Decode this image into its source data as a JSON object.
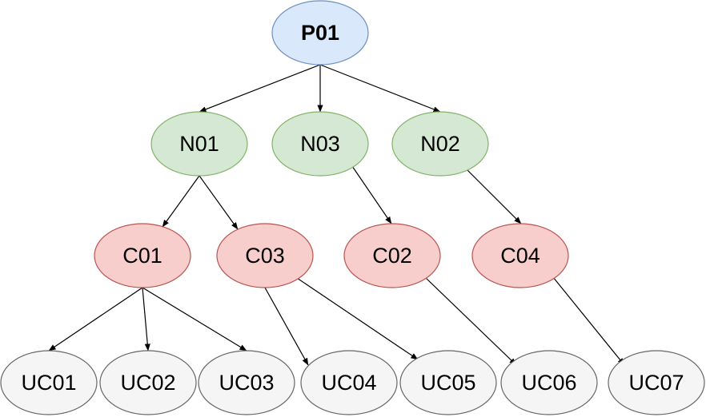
{
  "nodes": [
    {
      "id": "P01",
      "label": "P01",
      "level": "root",
      "fill": "#dae8fc",
      "stroke": "#6c8ebf"
    },
    {
      "id": "N01",
      "label": "N01",
      "level": "n",
      "fill": "#d5e8d4",
      "stroke": "#82b366"
    },
    {
      "id": "N03",
      "label": "N03",
      "level": "n",
      "fill": "#d5e8d4",
      "stroke": "#82b366"
    },
    {
      "id": "N02",
      "label": "N02",
      "level": "n",
      "fill": "#d5e8d4",
      "stroke": "#82b366"
    },
    {
      "id": "C01",
      "label": "C01",
      "level": "c",
      "fill": "#f8cecc",
      "stroke": "#b85450"
    },
    {
      "id": "C03",
      "label": "C03",
      "level": "c",
      "fill": "#f8cecc",
      "stroke": "#b85450"
    },
    {
      "id": "C02",
      "label": "C02",
      "level": "c",
      "fill": "#f8cecc",
      "stroke": "#b85450"
    },
    {
      "id": "C04",
      "label": "C04",
      "level": "c",
      "fill": "#f8cecc",
      "stroke": "#b85450"
    },
    {
      "id": "UC01",
      "label": "UC01",
      "level": "uc",
      "fill": "#f5f5f5",
      "stroke": "#666666"
    },
    {
      "id": "UC02",
      "label": "UC02",
      "level": "uc",
      "fill": "#f5f5f5",
      "stroke": "#666666"
    },
    {
      "id": "UC03",
      "label": "UC03",
      "level": "uc",
      "fill": "#f5f5f5",
      "stroke": "#666666"
    },
    {
      "id": "UC04",
      "label": "UC04",
      "level": "uc",
      "fill": "#f5f5f5",
      "stroke": "#666666"
    },
    {
      "id": "UC05",
      "label": "UC05",
      "level": "uc",
      "fill": "#f5f5f5",
      "stroke": "#666666"
    },
    {
      "id": "UC06",
      "label": "UC06",
      "level": "uc",
      "fill": "#f5f5f5",
      "stroke": "#666666"
    },
    {
      "id": "UC07",
      "label": "UC07",
      "level": "uc",
      "fill": "#f5f5f5",
      "stroke": "#666666"
    }
  ],
  "edges": [
    {
      "from": "P01",
      "to": "N01"
    },
    {
      "from": "P01",
      "to": "N03"
    },
    {
      "from": "P01",
      "to": "N02"
    },
    {
      "from": "N01",
      "to": "C01"
    },
    {
      "from": "N01",
      "to": "C03"
    },
    {
      "from": "N03",
      "to": "C02"
    },
    {
      "from": "N02",
      "to": "C04"
    },
    {
      "from": "C01",
      "to": "UC01"
    },
    {
      "from": "C01",
      "to": "UC02"
    },
    {
      "from": "C01",
      "to": "UC03"
    },
    {
      "from": "C03",
      "to": "UC04"
    },
    {
      "from": "C03",
      "to": "UC05"
    },
    {
      "from": "C02",
      "to": "UC06"
    },
    {
      "from": "C04",
      "to": "UC07"
    }
  ]
}
